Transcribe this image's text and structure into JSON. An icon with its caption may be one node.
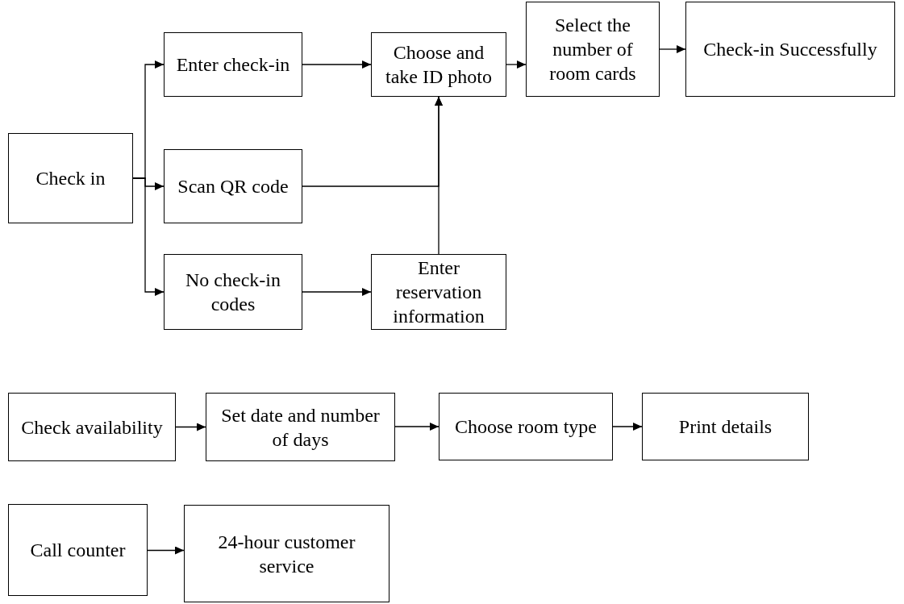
{
  "diagram": {
    "nodes": [
      {
        "text": [
          "Check in"
        ]
      },
      {
        "text": [
          "Enter check-in"
        ]
      },
      {
        "text": [
          "Scan QR code"
        ]
      },
      {
        "text": [
          "No check-in codes"
        ]
      },
      {
        "text": [
          "Choose and take ID photo"
        ]
      },
      {
        "text": [
          "Select the number of room cards"
        ]
      },
      {
        "text": [
          "Check-in Successfully"
        ]
      },
      {
        "text": [
          "Enter reservation information"
        ]
      },
      {
        "text": [
          "Check availability"
        ]
      },
      {
        "text": [
          "Set date and number of days"
        ]
      },
      {
        "text": [
          "Choose room type"
        ]
      },
      {
        "text": [
          "Print details"
        ]
      },
      {
        "text": [
          "Call counter"
        ]
      },
      {
        "text": [
          "24-hour customer service"
        ]
      }
    ],
    "edges": [
      {
        "from": 0,
        "to": 1,
        "arrow": "to"
      },
      {
        "from": 0,
        "to": 2,
        "arrow": "to"
      },
      {
        "from": 0,
        "to": 3,
        "arrow": "to"
      },
      {
        "from": 1,
        "to": 4,
        "arrow": "to"
      },
      {
        "from": 4,
        "to": 5,
        "arrow": "to"
      },
      {
        "from": 5,
        "to": 6,
        "arrow": "to"
      },
      {
        "from": 2,
        "to": 4,
        "arrow": "to"
      },
      {
        "from": 7,
        "to": 4,
        "arrow": "to"
      },
      {
        "from": 3,
        "to": 7,
        "arrow": "to"
      },
      {
        "from": 8,
        "to": 9,
        "arrow": "to"
      },
      {
        "from": 9,
        "to": 10,
        "arrow": "to"
      },
      {
        "from": 10,
        "to": 11,
        "arrow": "to"
      },
      {
        "from": 12,
        "to": 13,
        "arrow": "to"
      }
    ]
  }
}
